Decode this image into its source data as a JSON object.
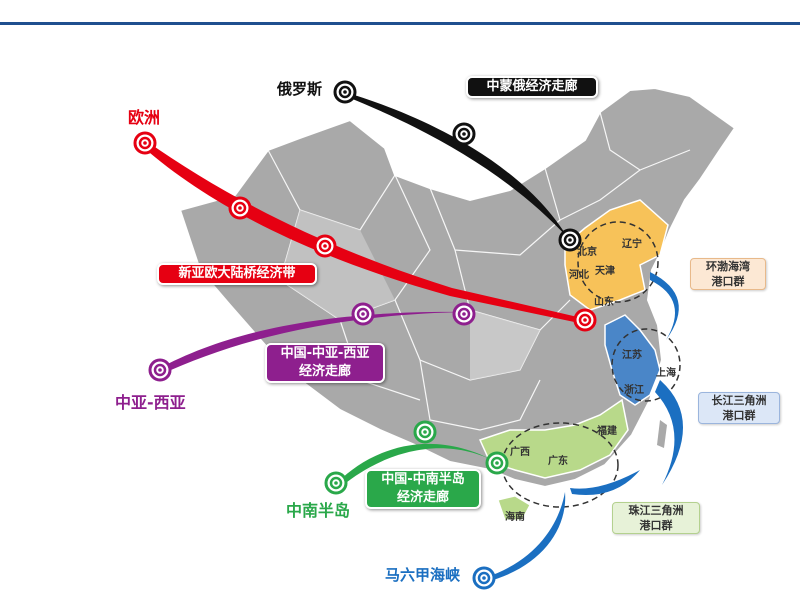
{
  "colors": {
    "russia": "#111111",
    "europe": "#e60012",
    "central_asia": "#8e1f8e",
    "indochina": "#2aa84a",
    "malacca": "#1b6fc1",
    "provinces_bohai": "#f7c259",
    "provinces_yangtze": "#4a86c8",
    "provinces_pearl": "#b8d98a"
  },
  "destinations": {
    "russia": "俄罗斯",
    "europe": "欧洲",
    "central_asia": "中亚-西亚",
    "indochina": "中南半岛",
    "malacca": "马六甲海峡"
  },
  "corridors": {
    "china_mongolia_russia": "中蒙俄经济走廊",
    "new_eurasian_bridge": "新亚欧大陆桥经济带",
    "china_central_west_asia": [
      "中国-中亚-西亚",
      "经济走廊"
    ],
    "china_indochina": [
      "中国-中南半岛",
      "经济走廊"
    ]
  },
  "provinces": {
    "beijing": "北京",
    "liaoning": "辽宁",
    "hebei": "河北",
    "tianjin": "天津",
    "shandong": "山东",
    "jiangsu": "江苏",
    "shanghai": "上海",
    "zhejiang": "浙江",
    "fujian": "福建",
    "guangxi": "广西",
    "guangdong": "广东",
    "hainan": "海南"
  },
  "port_clusters": {
    "bohai": [
      "环渤海湾",
      "港口群"
    ],
    "yangtze": [
      "长江三角洲",
      "港口群"
    ],
    "pearl": [
      "珠江三角洲",
      "港口群"
    ]
  }
}
